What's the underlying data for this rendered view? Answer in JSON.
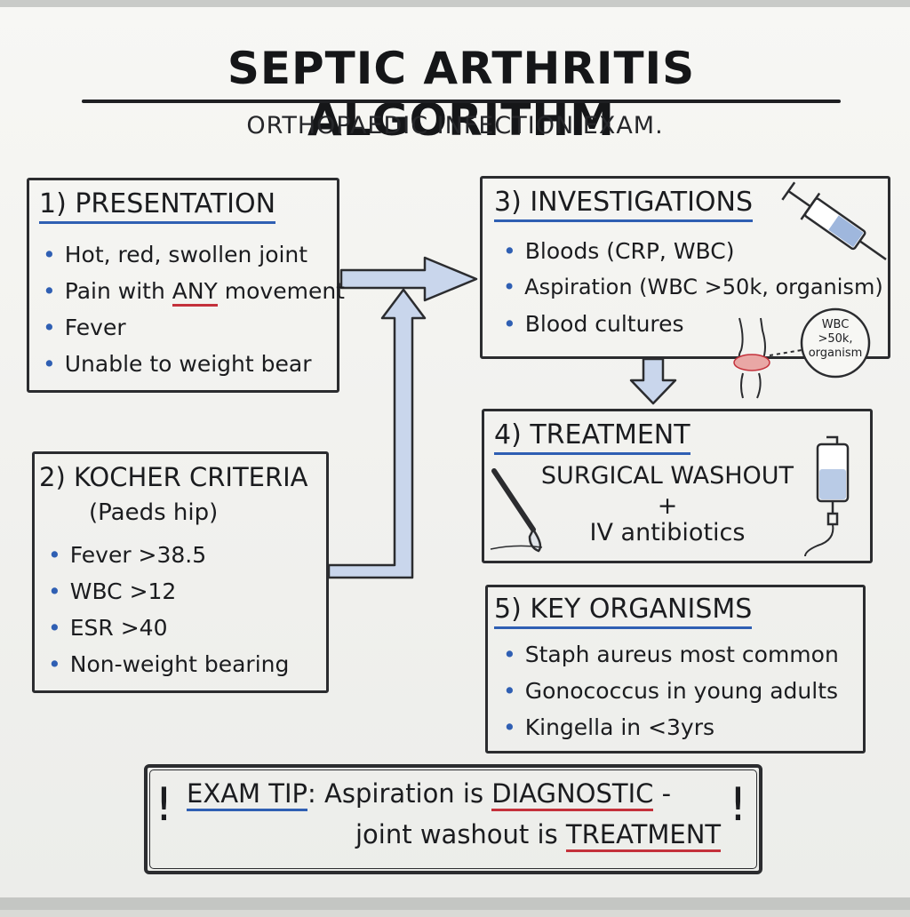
{
  "title": "SEPTIC ARTHRITIS ALGORITHM",
  "subtitle": "ORTHOPAEDIC INFECTION EXAM.",
  "presentation": {
    "title": "1) PRESENTATION",
    "items": [
      "Hot, red, swollen joint",
      "Pain with ANY movement",
      "Fever",
      "Unable to weight bear"
    ]
  },
  "kocher": {
    "title": "2) KOCHER CRITERIA",
    "subtitle": "(Paeds hip)",
    "items": [
      "Fever >38.5",
      "WBC >12",
      "ESR >40",
      "Non-weight bearing"
    ]
  },
  "investigations": {
    "title": "3) INVESTIGATIONS",
    "items": [
      "Bloods (CRP, WBC)",
      "Aspiration (WBC >50k, organism)",
      "Blood cultures"
    ],
    "callout": [
      "WBC",
      ">50k,",
      "organism"
    ]
  },
  "treatment": {
    "title": "4) TREATMENT",
    "line1": "SURGICAL WASHOUT",
    "plus": "+",
    "line2": "IV antibiotics"
  },
  "organisms": {
    "title": "5) KEY ORGANISMS",
    "items": [
      "Staph aureus most common",
      "Gonococcus in young adults",
      "Kingella in <3yrs"
    ]
  },
  "exam_tip": {
    "label": "EXAM TIP",
    "colon": ":",
    "text1": "Aspiration is",
    "diagnostic": "DIAGNOSTIC",
    "dash": "-",
    "text2": "joint washout is",
    "treatment": "TREATMENT",
    "bang": "!"
  },
  "colors": {
    "accent_blue": "#2f5fb3",
    "accent_red": "#c4313b",
    "arrow_fill": "#c9d6ec",
    "marker": "#1e1f22"
  },
  "icons": [
    "syringe-icon",
    "knee-joint-icon",
    "scalpel-icon",
    "iv-bag-icon",
    "exclamation-icon"
  ]
}
